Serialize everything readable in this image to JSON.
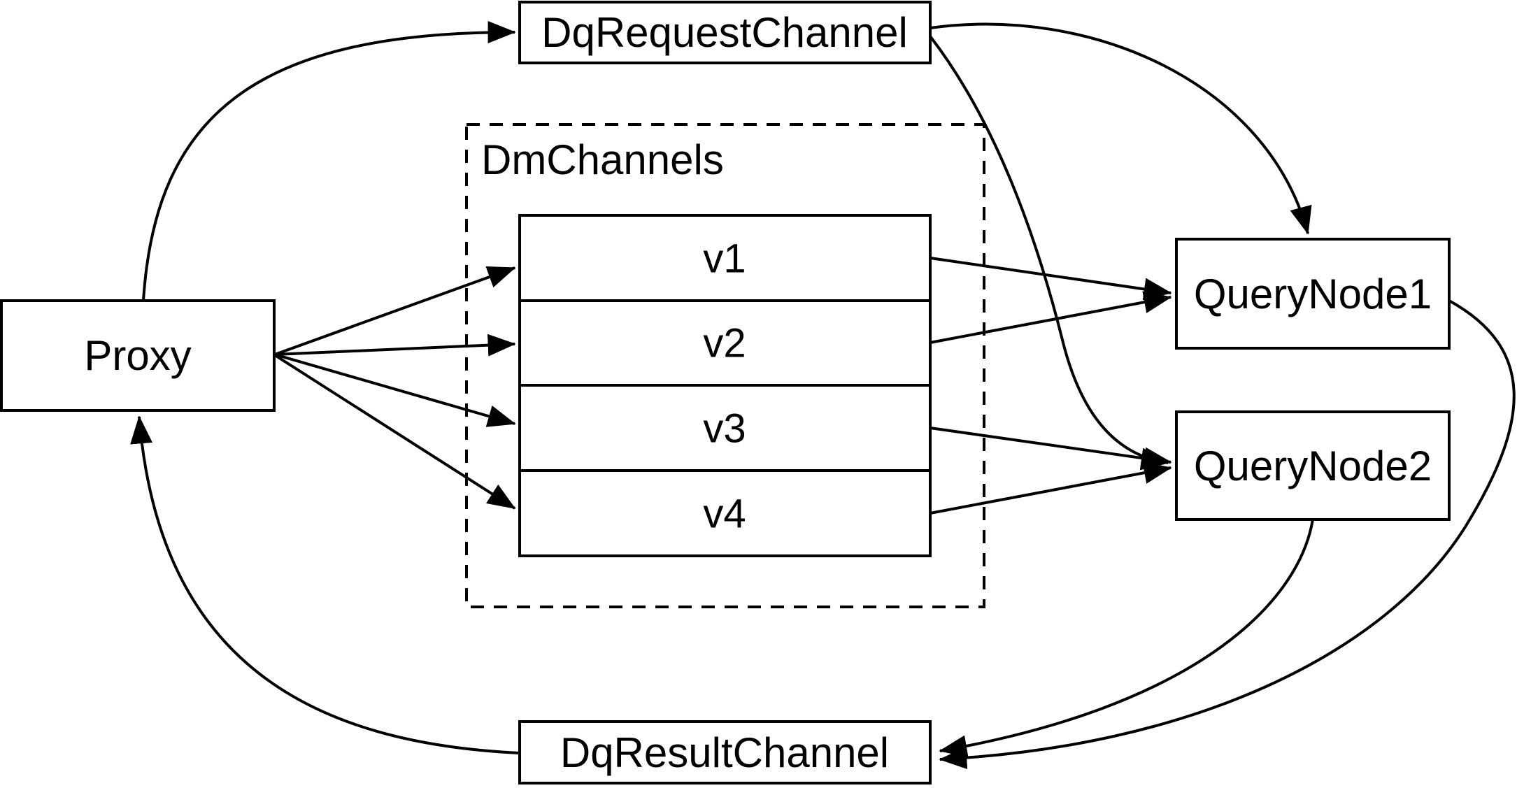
{
  "diagram": {
    "title": "query flow diagram",
    "colors": {
      "background": "#ffffff",
      "stroke": "#000000",
      "text": "#000000"
    },
    "nodes": {
      "proxy": {
        "label": "Proxy"
      },
      "dq_request_channel": {
        "label": "DqRequestChannel"
      },
      "dq_result_channel": {
        "label": "DqResultChannel"
      },
      "query_node_1": {
        "label": "QueryNode1"
      },
      "query_node_2": {
        "label": "QueryNode2"
      }
    },
    "dm_channels": {
      "label": "DmChannels",
      "rows": [
        {
          "label": "v1"
        },
        {
          "label": "v2"
        },
        {
          "label": "v3"
        },
        {
          "label": "v4"
        }
      ]
    },
    "edges": [
      {
        "from": "Proxy",
        "to": "DqRequestChannel"
      },
      {
        "from": "Proxy",
        "to": "v1"
      },
      {
        "from": "Proxy",
        "to": "v2"
      },
      {
        "from": "Proxy",
        "to": "v3"
      },
      {
        "from": "Proxy",
        "to": "v4"
      },
      {
        "from": "v1",
        "to": "QueryNode1"
      },
      {
        "from": "v2",
        "to": "QueryNode1"
      },
      {
        "from": "v3",
        "to": "QueryNode2"
      },
      {
        "from": "v4",
        "to": "QueryNode2"
      },
      {
        "from": "DqRequestChannel",
        "to": "QueryNode1"
      },
      {
        "from": "DqRequestChannel",
        "to": "QueryNode2"
      },
      {
        "from": "QueryNode1",
        "to": "DqResultChannel"
      },
      {
        "from": "QueryNode2",
        "to": "DqResultChannel"
      },
      {
        "from": "DqResultChannel",
        "to": "Proxy"
      }
    ]
  }
}
